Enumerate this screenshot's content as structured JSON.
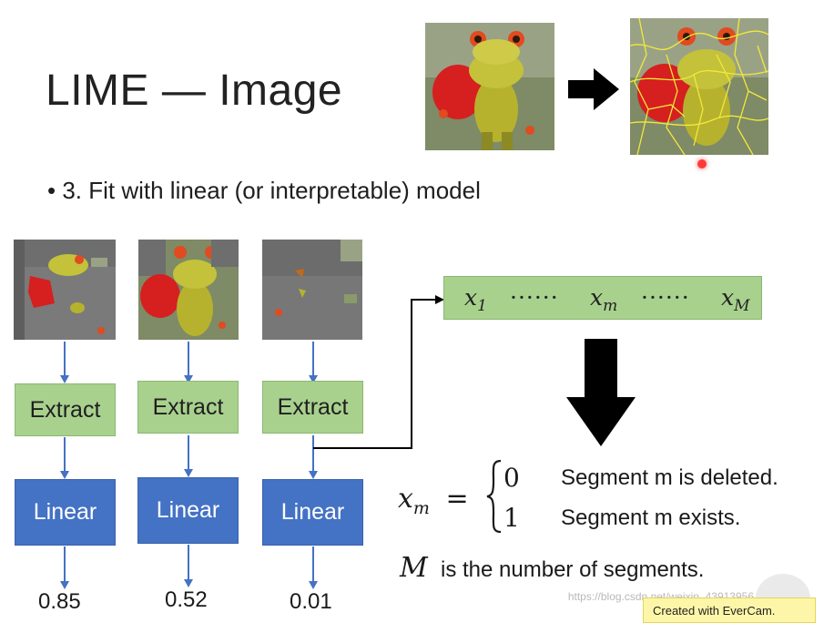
{
  "slide": {
    "title": "LIME — Image",
    "bullet": "• 3. Fit with linear (or interpretable) model"
  },
  "pipelines": [
    {
      "extract_label": "Extract",
      "linear_label": "Linear",
      "score": "0.85"
    },
    {
      "extract_label": "Extract",
      "linear_label": "Linear",
      "score": "0.52"
    },
    {
      "extract_label": "Extract",
      "linear_label": "Linear",
      "score": "0.01"
    }
  ],
  "vector": {
    "x1": "x",
    "x1_sub": "1",
    "dots1": "······",
    "xm": "x",
    "xm_sub": "m",
    "dots2": "······",
    "xM": "x",
    "xM_sub": "M"
  },
  "definition": {
    "lhs_var": "x",
    "lhs_sub": "m",
    "equals": "=",
    "case0_value": "0",
    "case0_text": "Segment m is deleted.",
    "case1_value": "1",
    "case1_text": "Segment m exists.",
    "M_var": "M",
    "M_text": "is the number of segments."
  },
  "footer": {
    "watermark": "https://blog.csdn.net/weixin_43913956",
    "badge": "Created with EverCam."
  },
  "colors": {
    "green_box": "#a9d18e",
    "blue_box": "#4472c4",
    "arrow_blue": "#4472c4"
  }
}
